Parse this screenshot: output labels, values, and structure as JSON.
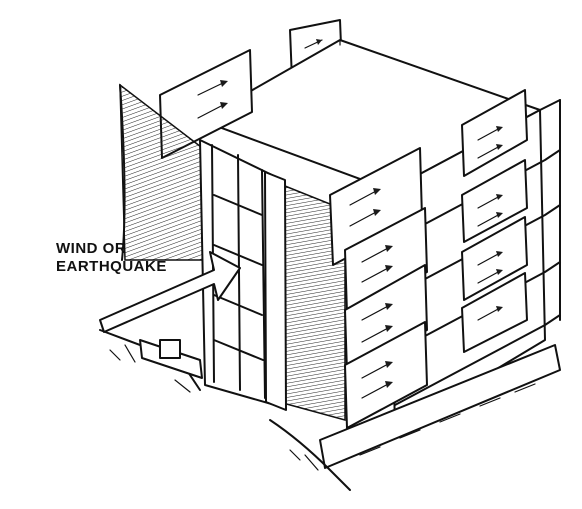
{
  "labels": {
    "line1": "WIND OR",
    "line2": "EARTHQUAKE"
  },
  "colors": {
    "ink": "#111111",
    "paper": "#ffffff"
  },
  "icons": {
    "force_arrow": "large-arrow",
    "shear_arrows": "small-arrows"
  }
}
